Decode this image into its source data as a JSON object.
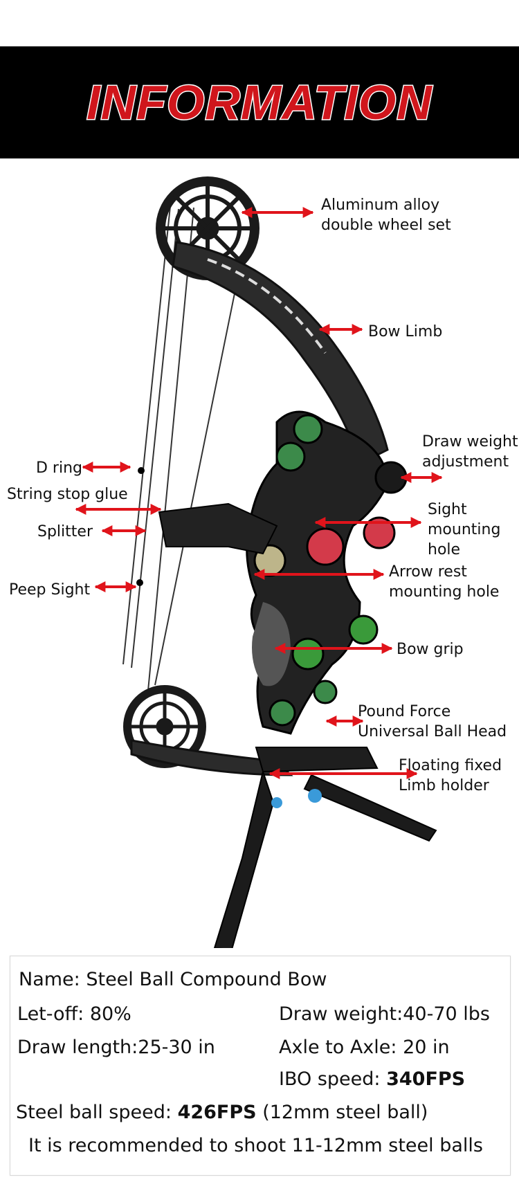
{
  "header": {
    "title": "INFORMATION"
  },
  "labels": {
    "wheel": [
      "Aluminum alloy",
      "double wheel set"
    ],
    "limb": "Bow Limb",
    "draw_weight_adj": [
      "Draw weight",
      "adjustment"
    ],
    "d_ring": "D ring",
    "string_stop": "String stop glue",
    "sight_hole": [
      "Sight",
      "mounting",
      "hole"
    ],
    "splitter": "Splitter",
    "arrow_rest": [
      "Arrow rest",
      "mounting hole"
    ],
    "peep_sight": "Peep Sight",
    "bow_grip": "Bow grip",
    "pound_force": [
      "Pound Force",
      "Universal Ball Head"
    ],
    "limb_holder": [
      "Floating fixed",
      "Limb holder"
    ]
  },
  "specs": {
    "name_label": "Name: ",
    "name_value": "Steel Ball Compound Bow",
    "letoff_label": "Let-off: ",
    "letoff_value": "80%",
    "draw_weight_label": "Draw weight:",
    "draw_weight_value": "40-70 lbs",
    "draw_length_label": "Draw length:",
    "draw_length_value": "25-30 in",
    "axle_label": "Axle to Axle: ",
    "axle_value": "20 in",
    "ibo_label": "IBO speed: ",
    "ibo_value": "340FPS",
    "steel_speed_label": "Steel ball speed: ",
    "steel_speed_value": "426FPS",
    "steel_speed_note": " (12mm steel ball)",
    "recommend": "It is recommended to shoot 11-12mm steel balls"
  },
  "colors": {
    "accent": "#d0161c",
    "banner_bg": "#000000",
    "arrow": "#e0141b"
  },
  "icons": [
    "bow-illustration",
    "double-arrow-icon"
  ]
}
